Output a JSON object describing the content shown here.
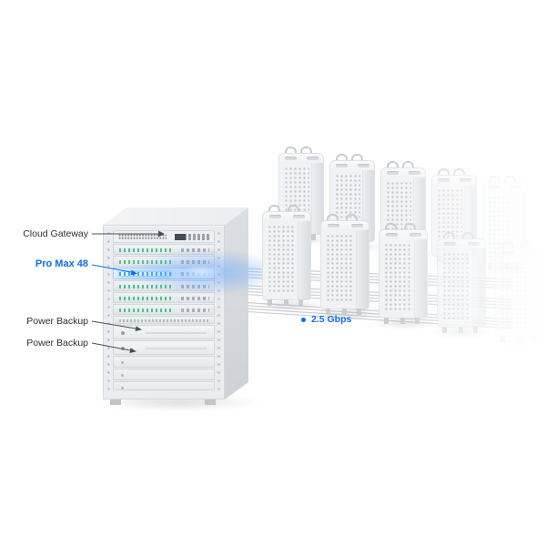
{
  "labels": {
    "cloud_gateway": "Cloud Gateway",
    "pro_max": "Pro Max 48",
    "power_backup_1": "Power Backup",
    "power_backup_2": "Power Backup"
  },
  "connection": {
    "speed": "2.5 Gbps"
  },
  "colors": {
    "accent_blue": "#0b6bfb",
    "led_green": "#43c98b",
    "led_blue": "#3aa7ff"
  },
  "towers": {
    "back_row": 5,
    "front_row": 5
  },
  "rack_units": [
    "gateway",
    "switch",
    "switch",
    "switch-hl",
    "switch",
    "switch",
    "switch",
    "patch",
    "backup",
    "backup",
    "blank",
    "blank",
    "blank"
  ]
}
